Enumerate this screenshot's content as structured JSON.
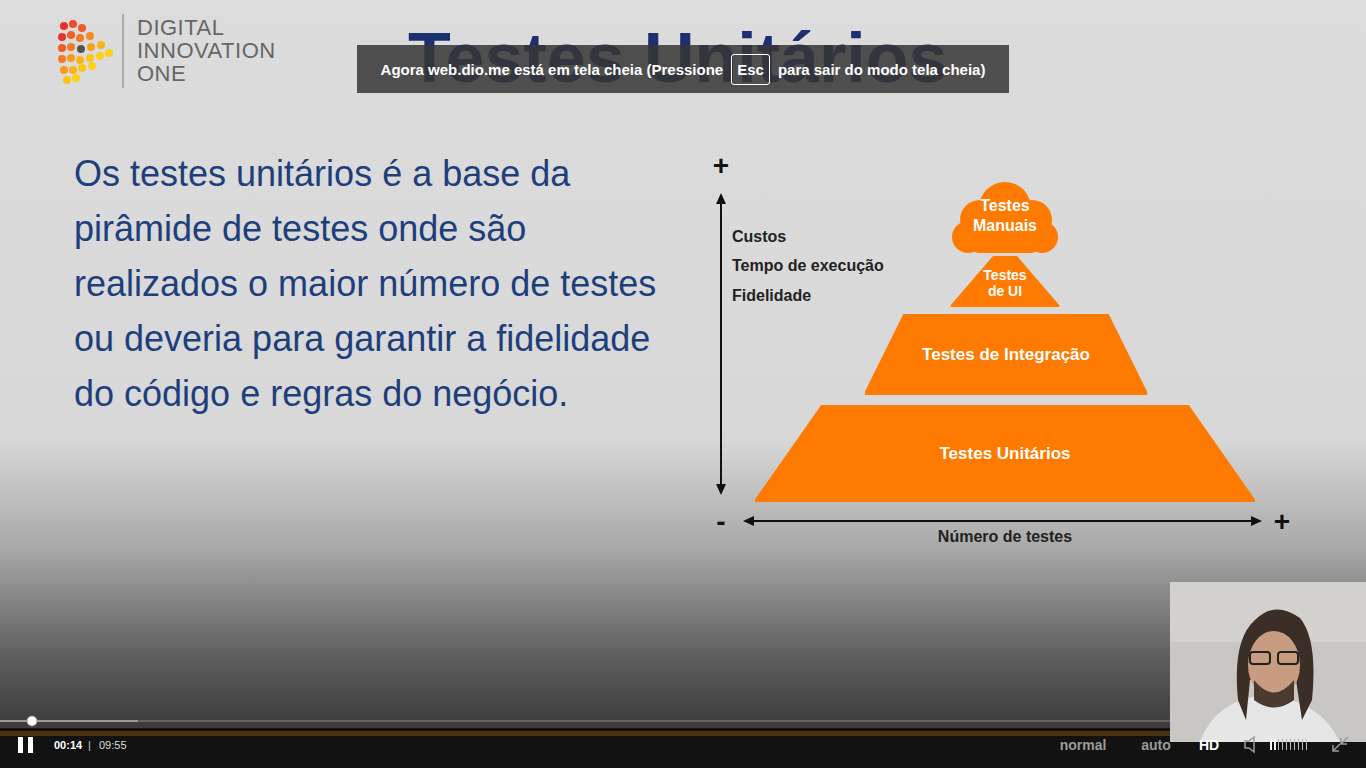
{
  "diagram": {
    "title": "Testes Unitários",
    "nodes": [
      {
        "text": [
          "Testes Manuais"
        ]
      },
      {
        "text": [
          "Testes de UI"
        ]
      },
      {
        "text": [
          "Testes de Integração"
        ]
      },
      {
        "text": [
          "Testes Unitários"
        ]
      }
    ],
    "labels": [
      "DIGITAL INNOVATION ONE",
      "Agora web.dio.me está em tela cheia (Pressione",
      "Esc",
      "para sair do modo tela cheia)",
      "Os testes unitários é a base da pirâmide de testes onde são realizados o maior número de testes ou deveria para garantir a fidelidade do código e regras do negócio.",
      "+",
      "Custos",
      "Tempo de execução",
      "Fidelidade",
      "-",
      "Número de testes",
      "+",
      "00:14",
      "|",
      "09:55",
      "normal",
      "auto",
      "HD"
    ]
  }
}
